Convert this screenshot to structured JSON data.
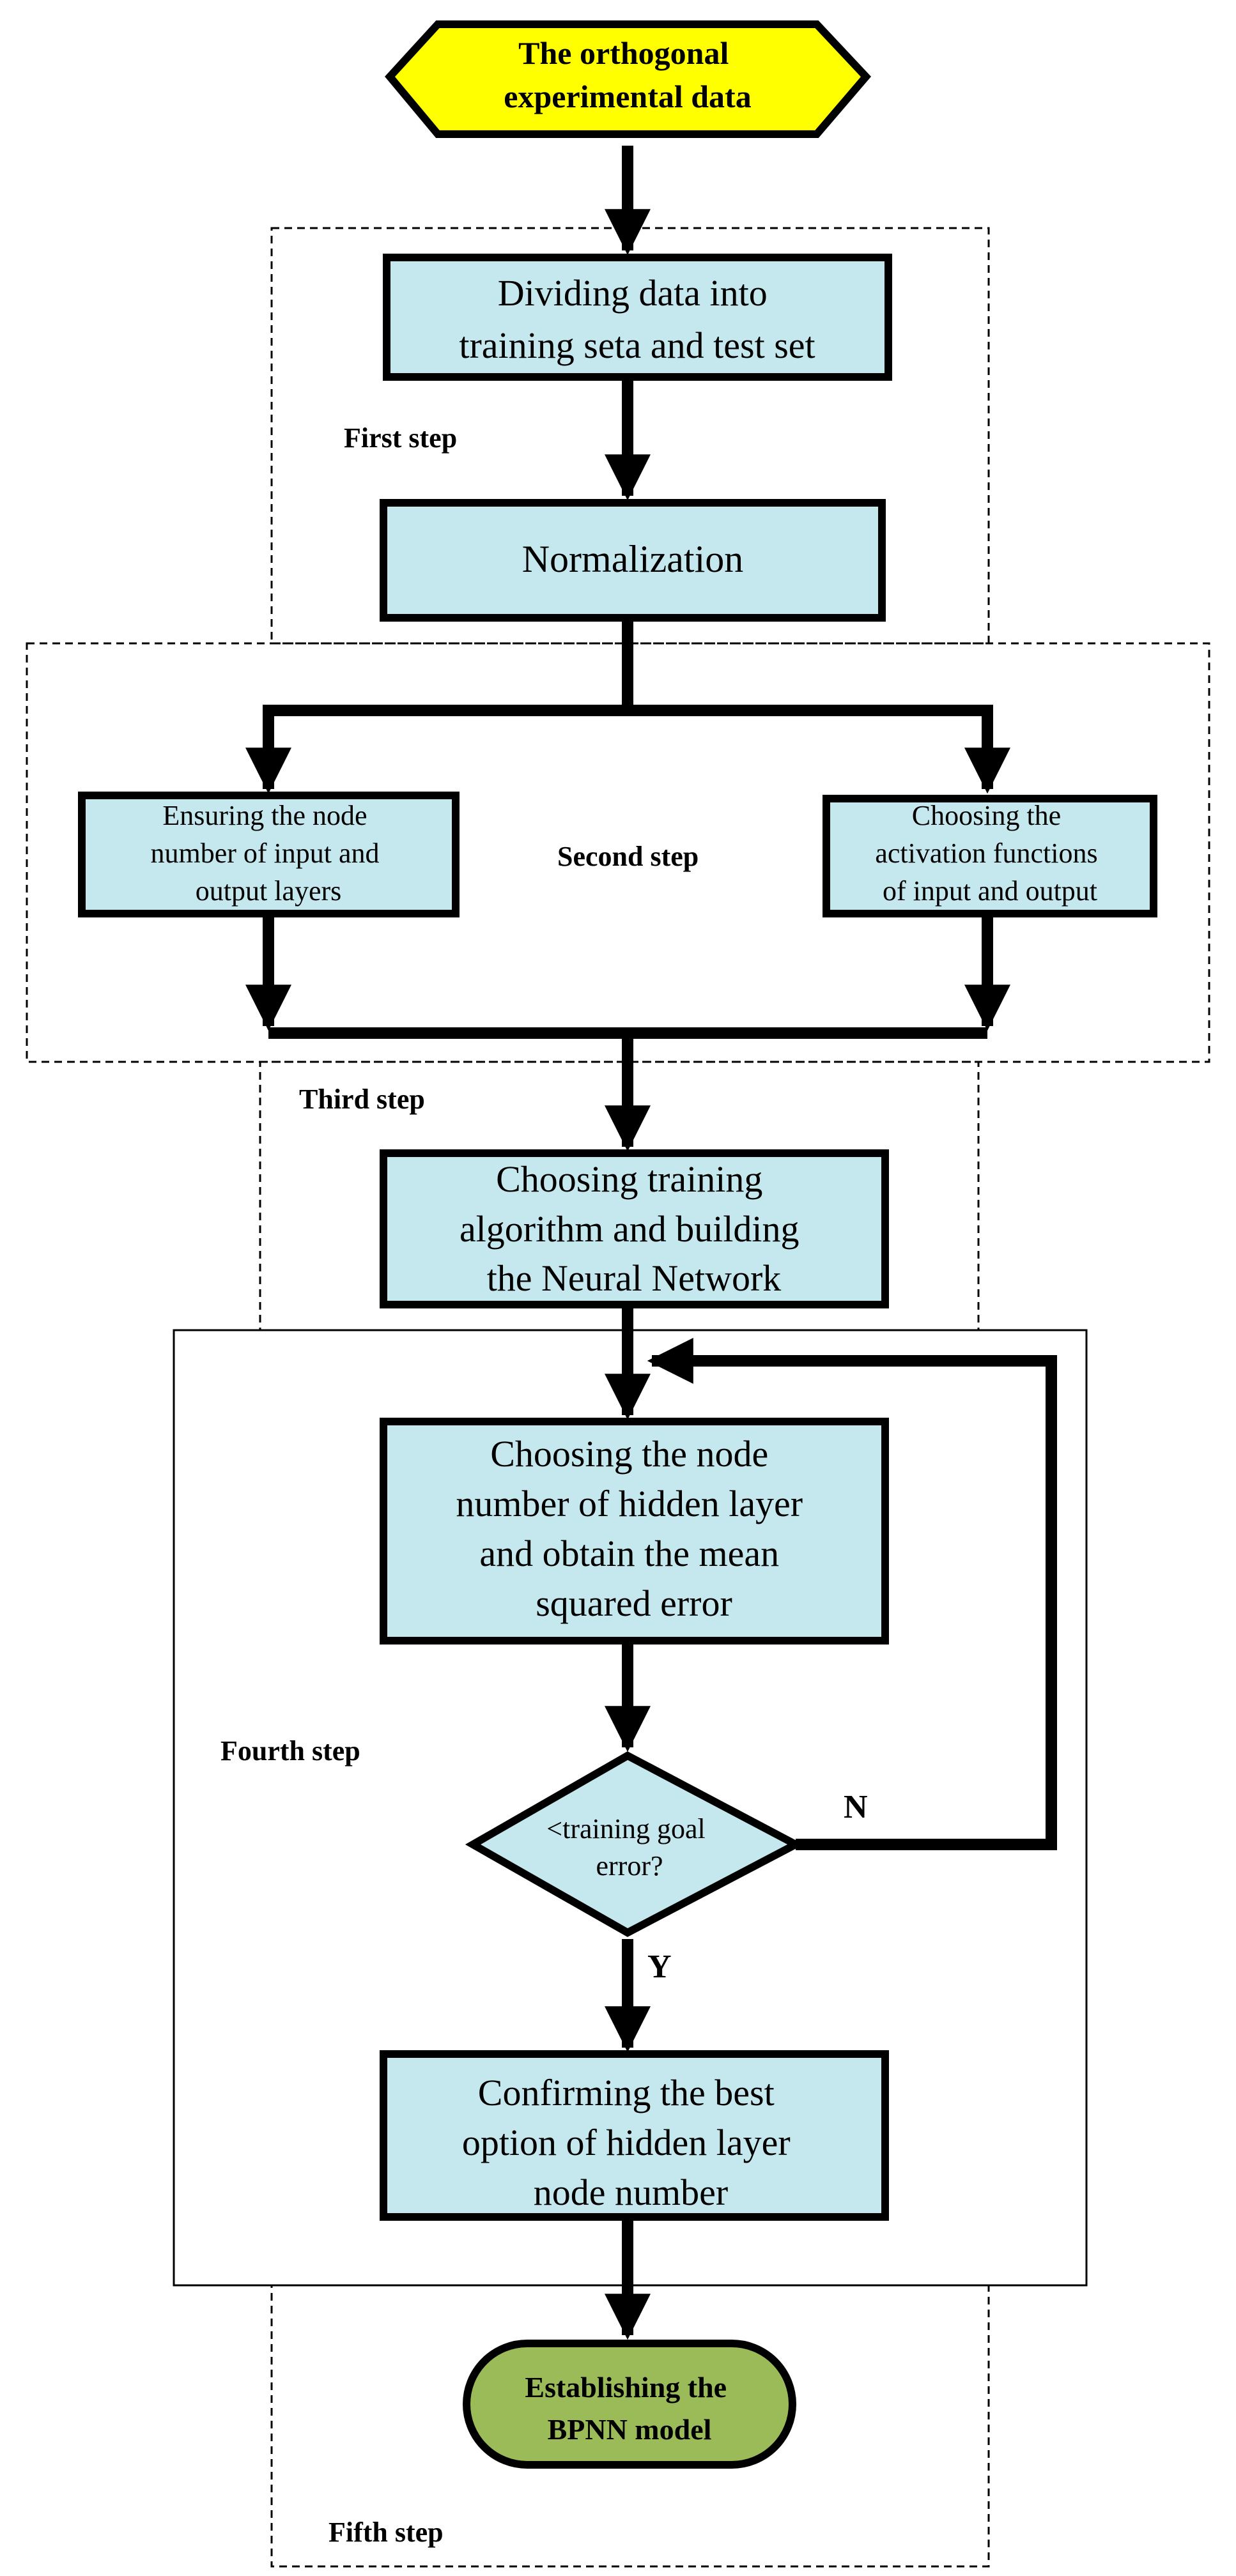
{
  "colors": {
    "start_fill": "#ffff00",
    "process_fill": "#c5e8ee",
    "end_fill": "#9bbb59",
    "stroke": "#000000"
  },
  "nodes": {
    "start": [
      "The orthogonal",
      "experimental data"
    ],
    "divide": [
      "Dividing data into",
      "training seta and test set"
    ],
    "normalize": [
      "Normalization"
    ],
    "ensure_nodes": [
      "Ensuring the node",
      "number of input and",
      "output layers"
    ],
    "activation": [
      "Choosing the",
      "activation functions",
      "of input and output"
    ],
    "training_alg": [
      "Choosing training",
      "algorithm and building",
      "the Neural Network"
    ],
    "hidden_nodes": [
      "Choosing the node",
      "number of hidden layer",
      "and obtain the mean",
      "squared error"
    ],
    "decision": [
      "<training goal",
      "error?"
    ],
    "confirm": [
      "Confirming the best",
      "option of hidden layer",
      "node number"
    ],
    "end": [
      "Establishing the",
      "BPNN model"
    ]
  },
  "step_labels": {
    "first": "First step",
    "second": "Second step",
    "third": "Third step",
    "fourth": "Fourth step",
    "fifth": "Fifth step"
  },
  "decision_labels": {
    "no": "N",
    "yes": "Y"
  }
}
